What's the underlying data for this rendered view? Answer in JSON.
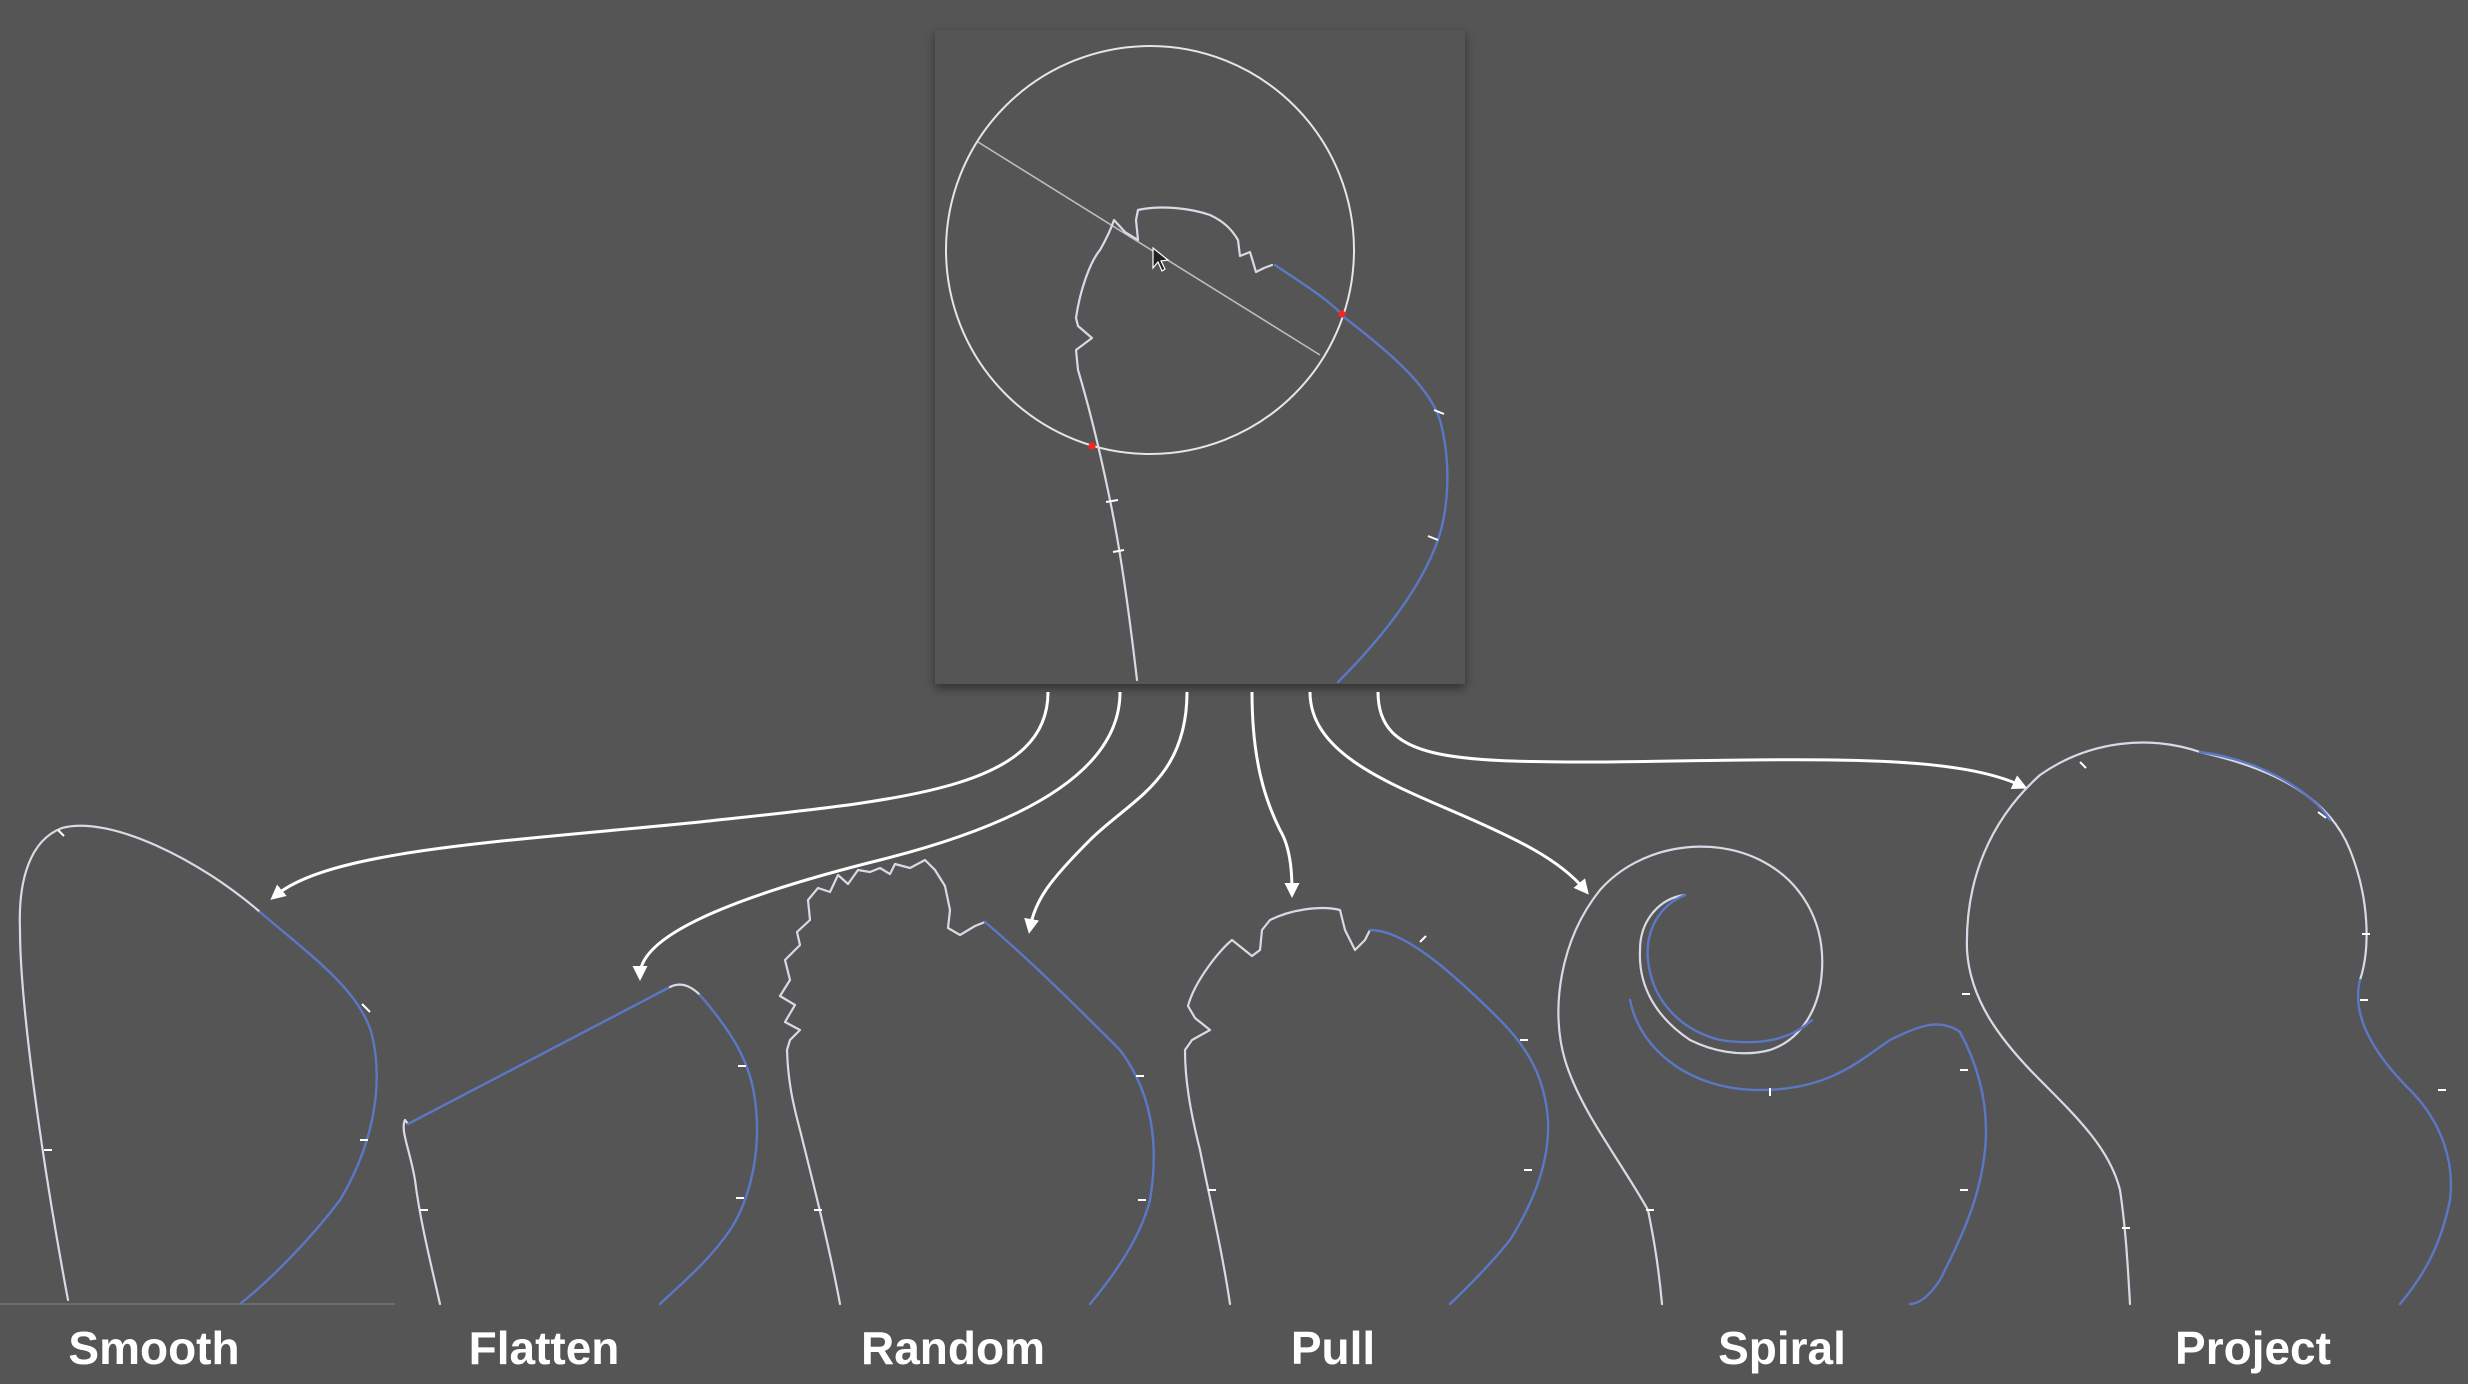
{
  "labels": {
    "smooth": "Smooth",
    "flatten": "Flatten",
    "random": "Random",
    "pull": "Pull",
    "spiral": "Spiral",
    "project": "Project"
  },
  "colors": {
    "background": "#555555",
    "viewport_bg": "#555555",
    "spline_gray": "#d8dbe6",
    "spline_blue": "#5b78c6",
    "brush_circle": "#e6e6e6",
    "point_red": "#ff2020",
    "label": "#ffffff"
  },
  "icons": {
    "cursor": "mouse-pointer-icon"
  }
}
